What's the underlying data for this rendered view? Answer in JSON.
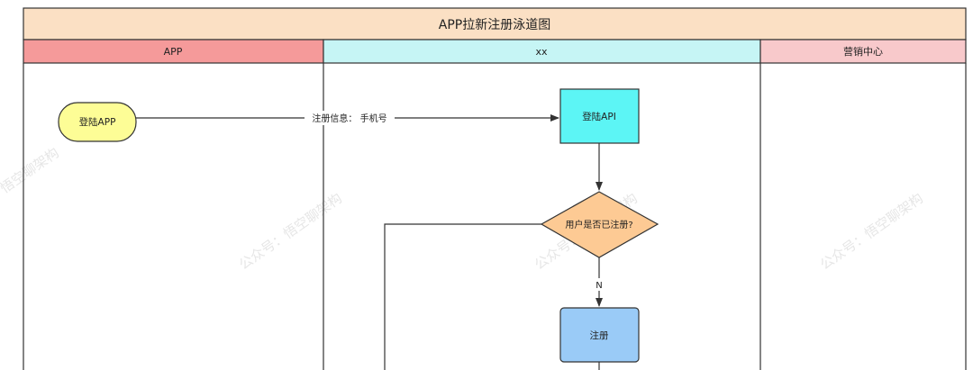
{
  "diagram": {
    "title": "APP拉新注册泳道图",
    "lanes": [
      {
        "id": "app",
        "label": "APP",
        "header_color": "#f59a9a"
      },
      {
        "id": "xx",
        "label": "xx",
        "header_color": "#c6f5f5"
      },
      {
        "id": "marketing",
        "label": "营销中心",
        "header_color": "#f8c9cb"
      }
    ],
    "title_bar_color": "#fbe0c4",
    "nodes": {
      "login_app": {
        "label": "登陆APP",
        "shape": "terminator",
        "color": "#fdfd96"
      },
      "login_api": {
        "label": "登陆API",
        "shape": "process",
        "color": "#5cf5f5"
      },
      "is_registered": {
        "label": "用户是否已注册?",
        "shape": "decision",
        "color": "#fdca94"
      },
      "register": {
        "label": "注册",
        "shape": "process",
        "color": "#9acbf7"
      }
    },
    "edges": {
      "login_to_api": {
        "label": "注册信息： 手机号"
      },
      "decision_to_register": {
        "label": "N"
      }
    },
    "watermarks": [
      "悟空聊架构",
      "公众号：悟空聊架构",
      "公众号：悟空聊架构",
      "公众号：悟空聊架构"
    ]
  }
}
